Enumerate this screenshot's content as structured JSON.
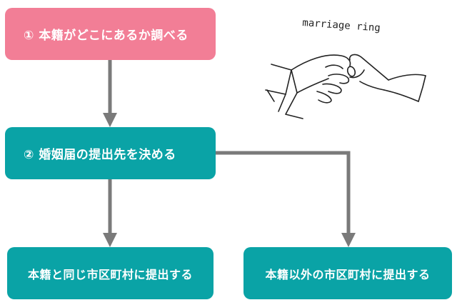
{
  "colors": {
    "step1_bg": "#f27e96",
    "step2_bg": "#0aa3a6",
    "outcome_bg": "#0aa3a6",
    "arrow": "#7a7a7a",
    "text": "#ffffff",
    "illustration_stroke": "#222222"
  },
  "steps": [
    {
      "label": "① 本籍がどこにあるか調べる"
    },
    {
      "label": "② 婚姻届の提出先を決める"
    }
  ],
  "outcomes": [
    {
      "label": "本籍と同じ市区町村に提出する"
    },
    {
      "label": "本籍以外の市区町村に提出する"
    }
  ],
  "illustration": {
    "caption": "marriage ring",
    "icon": "hands-ring-illustration"
  }
}
